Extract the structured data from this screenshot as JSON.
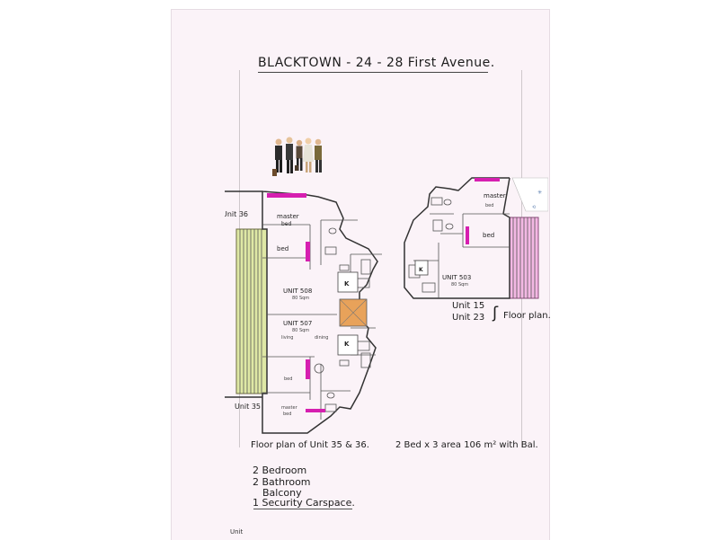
{
  "title": "BLACKTOWN  -  24 - 28 First Avenue.",
  "left_plan": {
    "unit_top": "Unit 36",
    "unit_bottom": "Unit 35",
    "master_bed_top": "master",
    "bed_word_top": "bed",
    "bed_top": "bed",
    "unit_508": "UNIT 508",
    "unit_508_area": "80 Sqm",
    "unit_507": "UNIT 507",
    "unit_507_area": "80 Sqm",
    "living": "living",
    "dining": "dining",
    "k_top": "K",
    "k_bottom": "K",
    "bed_bottom": "bed",
    "master_bottom": "master",
    "bed_word_bottom": "bed",
    "caption": "Floor plan of Unit 35 & 36.",
    "area_note": "2 Bed x 3 area  106 m² with Bal."
  },
  "right_plan": {
    "master": "master",
    "bed_word": "bed",
    "bed": "bed",
    "k": "K",
    "unit_503": "UNIT 503",
    "unit_503_area": "80 Sqm",
    "unit_15": "Unit 15",
    "unit_23": "Unit 23",
    "floor_plan": "Floor plan."
  },
  "features": {
    "item1": "2 Bedroom",
    "item2": "2 Bathroom",
    "item3": "Balcony",
    "item4": "1 Security Carspace."
  },
  "footer_text": "Unit",
  "colors": {
    "page_bg": "#fbf3f8",
    "balcony_green": "#dfe8a5",
    "balcony_pink": "#f3b8e3",
    "wall_accent": "#d61fb0",
    "lift": "#e8a25a"
  }
}
